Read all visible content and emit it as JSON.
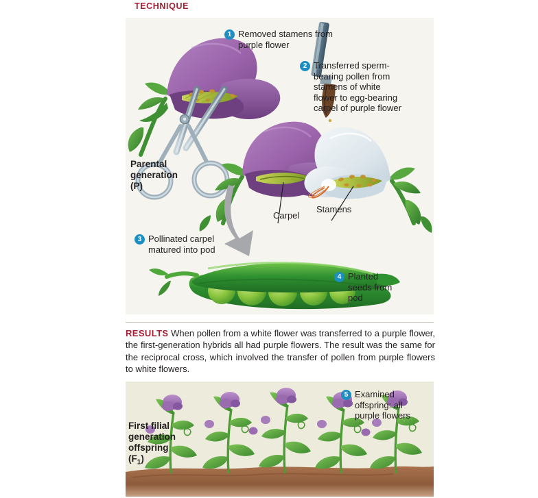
{
  "figure": {
    "technique_heading": "TECHNIQUE",
    "results_heading": "RESULTS",
    "results_text": " When pollen from a white flower was transferred to a purple flower, the first-generation hybrids all had purple flowers. The result was the same for the reciprocal cross, which involved the transfer of pollen from purple flowers to white flowers."
  },
  "technique": {
    "parental_label_line1": "Parental",
    "parental_label_line2": "generation",
    "parental_label_line3": "(P)",
    "carpel_label": "Carpel",
    "stamens_label": "Stamens",
    "steps": [
      {
        "number": "1",
        "text": "Removed stamens from purple flower"
      },
      {
        "number": "2",
        "text": "Transferred sperm-bearing pollen from stamens of white flower to egg-bearing carpel of purple flower"
      },
      {
        "number": "3",
        "text": "Pollinated carpel matured into pod"
      },
      {
        "number": "4",
        "text": "Planted seeds from pod"
      }
    ]
  },
  "results_panel": {
    "f1_label_line1": "First filial",
    "f1_label_line2": "generation",
    "f1_label_line3": "offspring",
    "f1_label_line4_prefix": "(F",
    "f1_label_subscript": "1",
    "f1_label_line4_suffix": ")",
    "steps": [
      {
        "number": "5",
        "text": "Examined offspring: all purple flowers"
      }
    ]
  },
  "colors": {
    "heading_red": "#a51f33",
    "bullet_blue": "#1b8fc4",
    "technique_panel_bg": "#f6f4ef",
    "f1_panel_bg": "#edebdc",
    "petal_purple": "#9b63ab",
    "petal_purple_dark": "#7c4b8c",
    "petal_white": "#dbe3e8",
    "leaf_green": "#4a9c3c",
    "pod_green": "#3f9e34",
    "pea_green": "#8dc63f",
    "soil_brown": "#9c6b4a",
    "scissors_grey": "#9fb0bb",
    "arrow_grey": "#a6a8ab",
    "pollen_orange": "#d4692a"
  },
  "icons": {
    "scissors": "scissors-icon",
    "paintbrush": "paintbrush-icon",
    "arrow": "down-arrow-icon"
  }
}
